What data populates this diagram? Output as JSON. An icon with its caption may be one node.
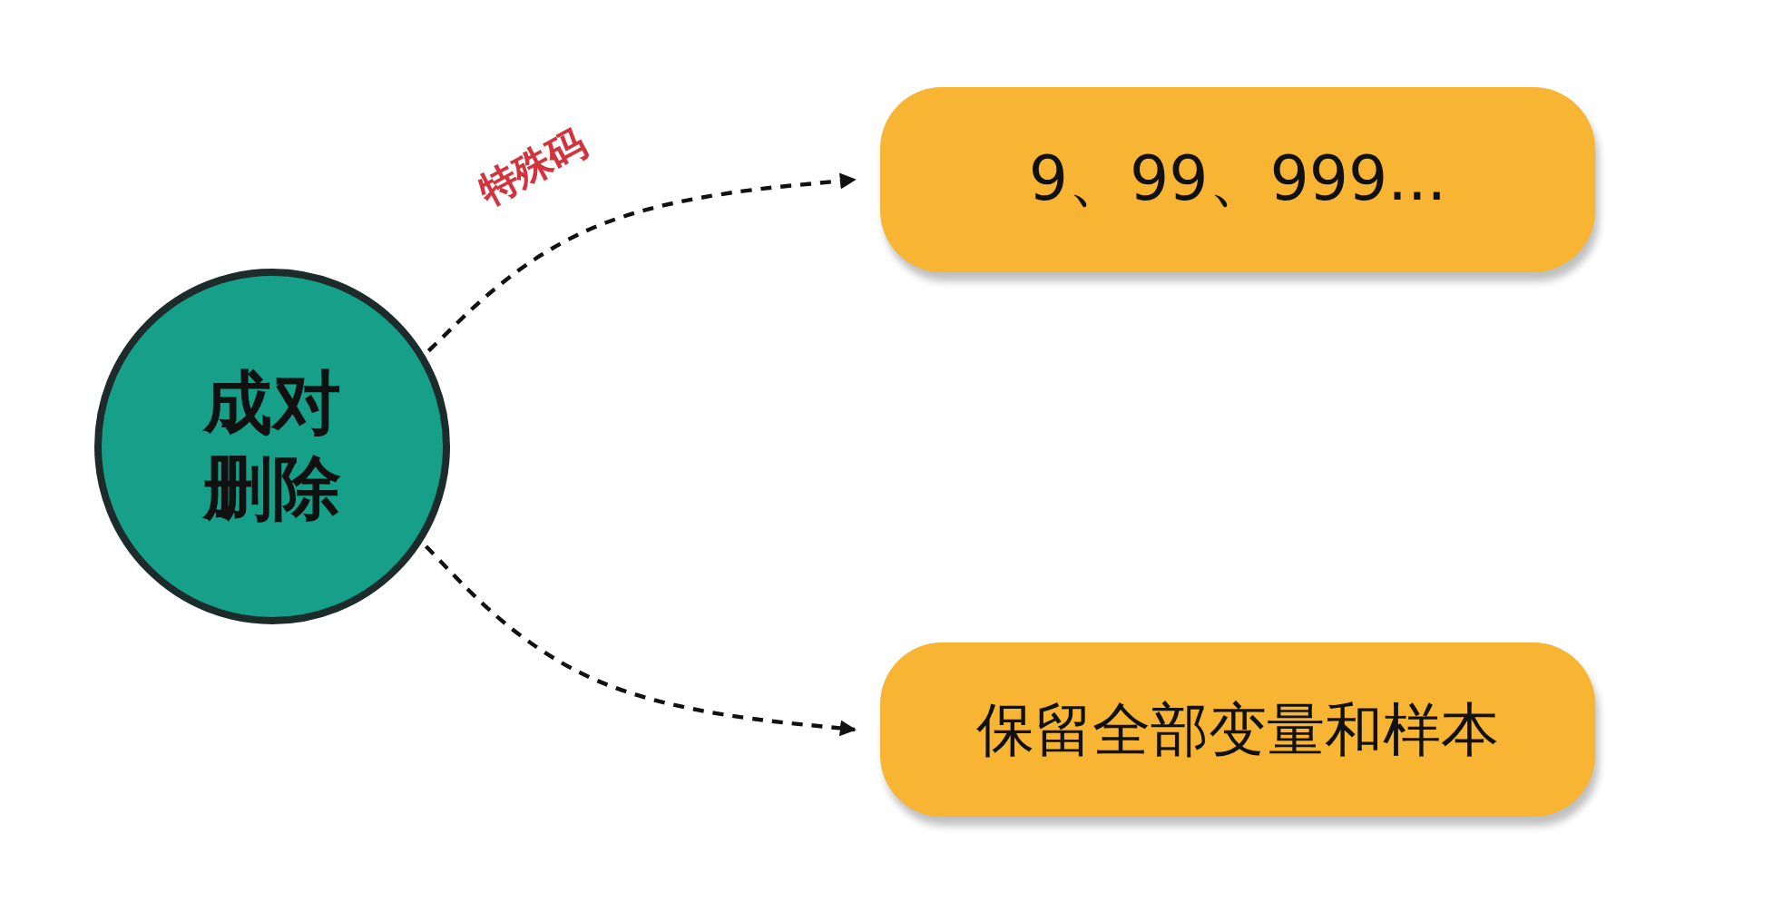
{
  "diagram": {
    "nodes": [
      {
        "text": [
          "成对删除"
        ]
      },
      {
        "text": [
          "9、99、999..."
        ]
      },
      {
        "text": [
          "保留全部变量和样本"
        ]
      }
    ],
    "edges": [
      {
        "from": 0,
        "to": 1,
        "arrow": "to",
        "label": "特殊码",
        "style": "dashed"
      },
      {
        "from": 0,
        "to": 2,
        "arrow": "to",
        "style": "dashed"
      }
    ]
  }
}
